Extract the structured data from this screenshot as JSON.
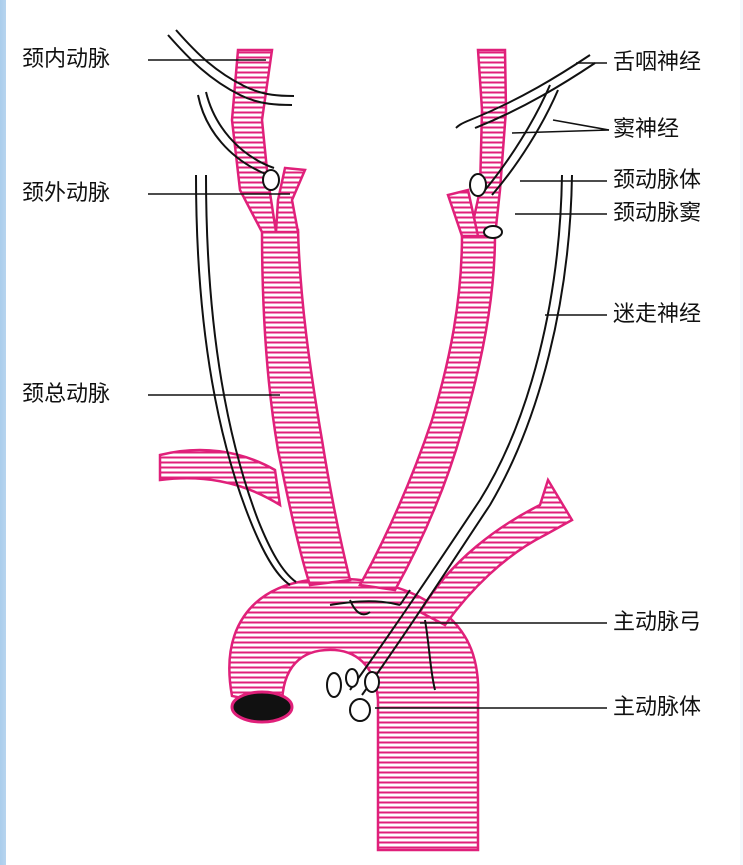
{
  "labels": {
    "internal_carotid": "颈内动脉",
    "external_carotid": "颈外动脉",
    "common_carotid": "颈总动脉",
    "glossopharyngeal_nerve": "舌咽神经",
    "sinus_nerve": "窦神经",
    "carotid_body": "颈动脉体",
    "carotid_sinus": "颈动脉窦",
    "vagus_nerve": "迷走神经",
    "aortic_arch": "主动脉弓",
    "aortic_body": "主动脉体"
  },
  "colors": {
    "artery": "#e0207a",
    "artery_fill": "#f7cde0",
    "nerve": "#111111",
    "background": "#ffffff"
  }
}
